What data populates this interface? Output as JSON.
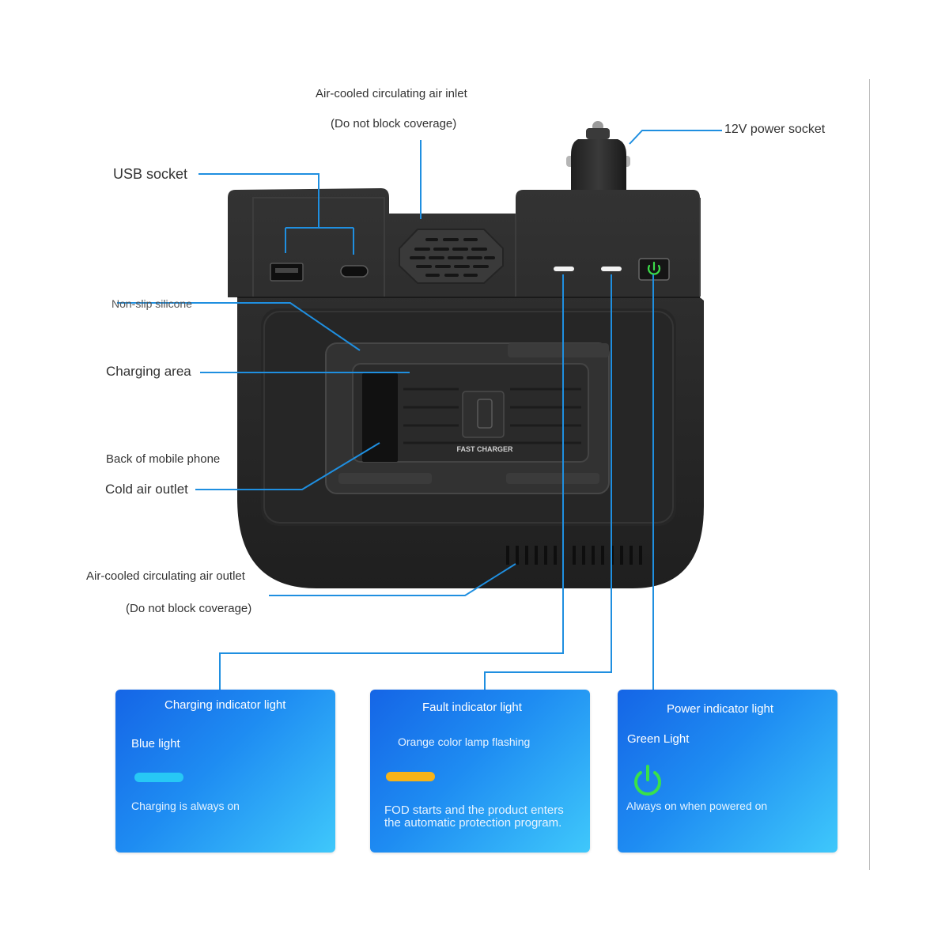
{
  "labels": {
    "inlet_title": "Air-cooled circulating air inlet",
    "inlet_note": "(Do not block coverage)",
    "power_socket": "12V power socket",
    "usb_socket": "USB socket",
    "non_slip": "Non-slip silicone",
    "charging_area": "Charging area",
    "back_of_phone": "Back of mobile phone",
    "cold_air_outlet": "Cold air outlet",
    "outlet_title": "Air-cooled circulating air outlet",
    "outlet_note": "(Do not block coverage)"
  },
  "device": {
    "pad_text": "FAST CHARGER"
  },
  "cards": [
    {
      "title": "Charging indicator light",
      "subtitle": "Blue light",
      "description": "Charging is always on",
      "pill_color": "#27c8f5"
    },
    {
      "title": "Fault indicator light",
      "subtitle": "Orange color lamp flashing",
      "description": "FOD starts and the product enters the automatic protection program.",
      "pill_color": "#f7b318"
    },
    {
      "title": "Power indicator light",
      "subtitle": "Green Light",
      "description": "Always on when powered on",
      "icon": "power-icon",
      "icon_color": "#39e14a"
    }
  ],
  "colors": {
    "callout_line": "#1f8fe0",
    "device_body": "#2b2b2b",
    "power_led": "#3cdc4a"
  }
}
